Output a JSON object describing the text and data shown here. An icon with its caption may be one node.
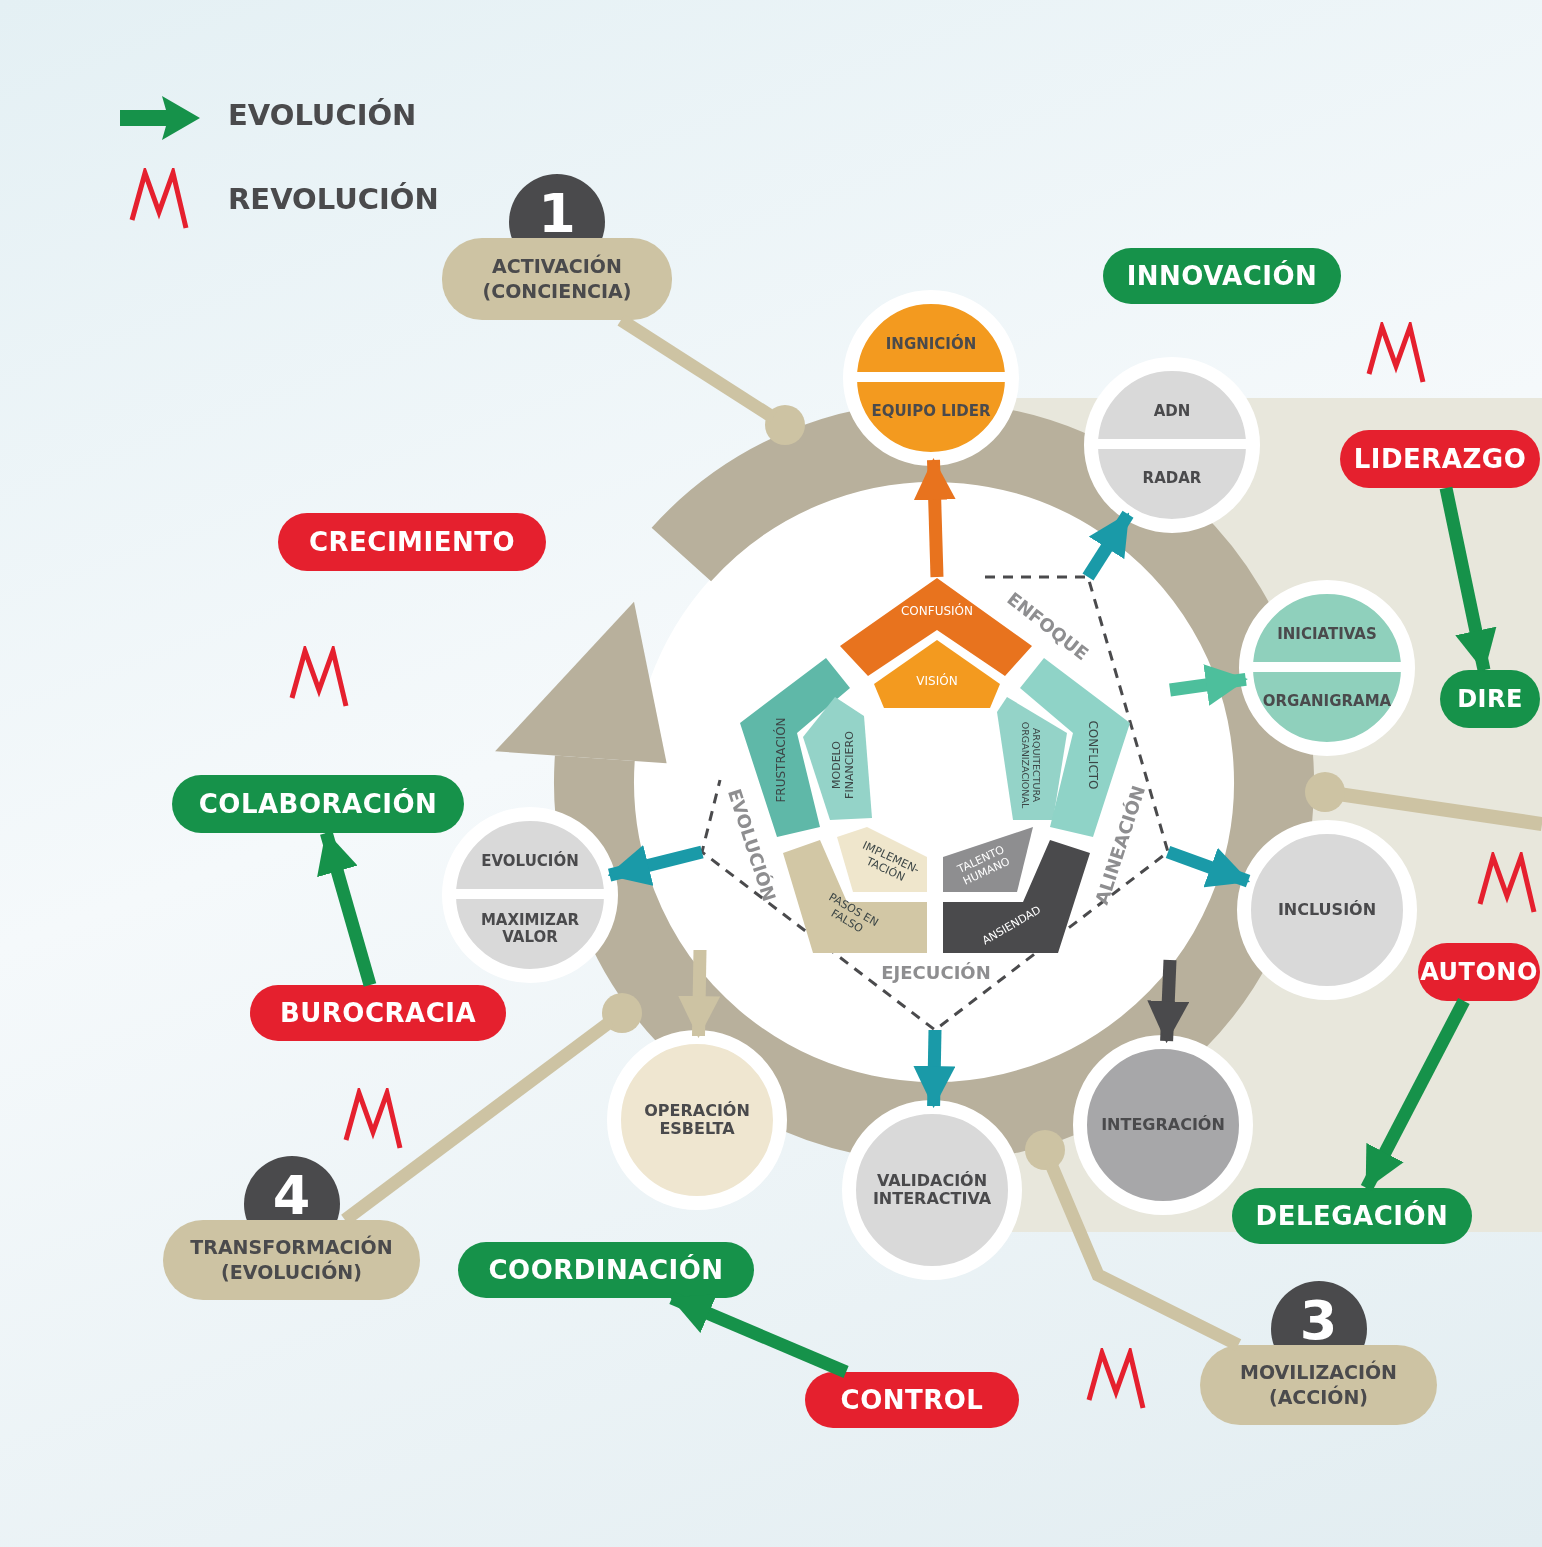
{
  "diagram": {
    "nodes": [
      {
        "text": [
          "1",
          "ACTIVACIÓN (CONCIENCIA)"
        ]
      },
      {
        "text": [
          "INGNICIÓN",
          "EQUIPO LIDER"
        ]
      },
      {
        "text": [
          "INNOVACIÓN"
        ]
      },
      {
        "text": [
          "ADN",
          "RADAR"
        ]
      },
      {
        "text": [
          "LIDERAZGO"
        ]
      },
      {
        "text": [
          "CRECIMIENTO"
        ]
      },
      {
        "text": [
          "INICIATIVAS",
          "ORGANIGRAMA"
        ]
      },
      {
        "text": [
          "DIRE"
        ]
      },
      {
        "text": [
          "COLABORACIÓN"
        ]
      },
      {
        "text": [
          "EVOLUCIÓN",
          "MAXIMIZAR VALOR"
        ]
      },
      {
        "text": [
          "INCLUSIÓN"
        ]
      },
      {
        "text": [
          "AUTONO"
        ]
      },
      {
        "text": [
          "BUROCRACIA"
        ]
      },
      {
        "text": [
          "OPERACIÓN ESBELTA"
        ]
      },
      {
        "text": [
          "INTEGRACIÓN"
        ]
      },
      {
        "text": [
          "VALIDACIÓN INTERACTIVA"
        ]
      },
      {
        "text": [
          "4",
          "TRANSFORMACIÓN (EVOLUCIÓN)"
        ]
      },
      {
        "text": [
          "COORDINACIÓN"
        ]
      },
      {
        "text": [
          "DELEGACIÓN"
        ]
      },
      {
        "text": [
          "3",
          "MOVILIZACIÓN (ACCIÓN)"
        ]
      },
      {
        "text": [
          "CONTROL"
        ]
      },
      {
        "text": [
          "CONFUSIÓN"
        ],
        "in": 34
      },
      {
        "text": [
          "VISIÓN"
        ],
        "in": 34
      },
      {
        "text": [
          "FRUSTRACIÓN"
        ],
        "in": 34
      },
      {
        "text": [
          "MODELO FINANCIERO"
        ],
        "in": 34
      },
      {
        "text": [
          "ARQUITECTURA ORGANIZACIONAL"
        ],
        "in": 34
      },
      {
        "text": [
          "CONFLICTO"
        ],
        "in": 34
      },
      {
        "text": [
          "IMPLEMEN- TACIÓN"
        ],
        "in": 34
      },
      {
        "text": [
          "TALENTO HUMANO"
        ],
        "in": 34
      },
      {
        "text": [
          "PASOS EN FALSO"
        ],
        "in": 34
      },
      {
        "text": [
          "ANSIENDAD"
        ],
        "in": 34
      },
      {
        "text": [],
        "shape": "circle"
      },
      {
        "text": [],
        "shape": "circle"
      },
      {
        "text": [],
        "shape": "circle"
      },
      {
        "text": [],
        "shape": "pentagon"
      }
    ],
    "edges": [
      {
        "from": 0,
        "to": 31,
        "arrow": "none",
        "color": "#cdc3a3"
      },
      {
        "from": 16,
        "to": 32,
        "arrow": "none",
        "color": "#cdc3a3"
      },
      {
        "from": 19,
        "to": 33,
        "arrow": "none",
        "color": "#cdc3a3"
      },
      {
        "from": 34,
        "to": 1,
        "arrow": "to",
        "color": "#e8731e"
      },
      {
        "from": 34,
        "to": 3,
        "arrow": "to",
        "color": "#1a9aa8"
      },
      {
        "from": 34,
        "to": 6,
        "arrow": "to",
        "color": "#4dbf9c"
      },
      {
        "from": 34,
        "to": 10,
        "arrow": "to",
        "color": "#1a9aa8"
      },
      {
        "from": 34,
        "to": 14,
        "arrow": "to",
        "color": "#4a4a4c"
      },
      {
        "from": 34,
        "to": 15,
        "arrow": "to",
        "color": "#1a9aa8"
      },
      {
        "from": 34,
        "to": 13,
        "arrow": "to",
        "color": "#cdc3a3"
      },
      {
        "from": 34,
        "to": 9,
        "arrow": "to",
        "color": "#1a9aa8"
      },
      {
        "from": 4,
        "to": 7,
        "arrow": "to",
        "color": "#16924a"
      },
      {
        "from": 11,
        "to": 18,
        "arrow": "to",
        "color": "#16924a"
      },
      {
        "from": 20,
        "to": 17,
        "arrow": "to",
        "color": "#16924a"
      },
      {
        "from": 12,
        "to": 8,
        "arrow": "to",
        "color": "#16924a"
      }
    ],
    "labels": [
      "ENFOQUE",
      "EVOLUCIÓN",
      "ALINEACIÓN",
      "EJECUCIÓN"
    ],
    "legend": [
      {
        "text": "EVOLUCIÓN"
      },
      {
        "text": "REVOLUCIÓN"
      }
    ]
  }
}
